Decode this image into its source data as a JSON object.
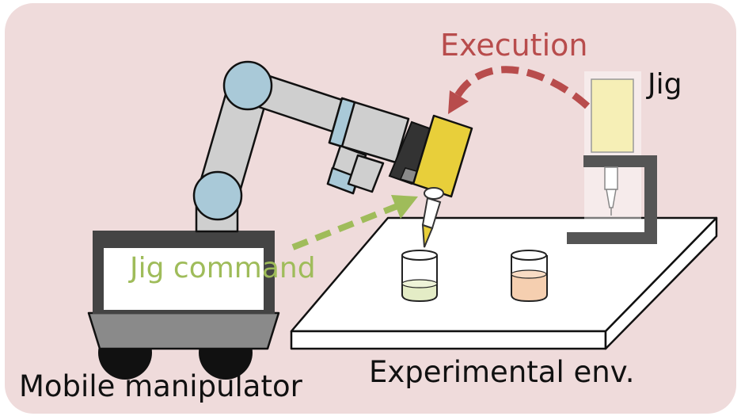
{
  "labels": {
    "execution": "Execution",
    "jig": "Jig",
    "jig_command": "Jig command",
    "mobile_manipulator": "Mobile manipulator",
    "experimental_env": "Experimental env."
  },
  "colors": {
    "background": "#efdbdb",
    "execution_arrow": "#b84c4c",
    "jig_command_arrow": "#9fbc5a",
    "arm_gray": "#cfcfcf",
    "joint_blue": "#a9c9d8",
    "tool_yellow": "#e8cf3a",
    "jig_panel": "#f6efb6",
    "dark_frame": "#555555",
    "beaker_left_liquid": "#e4ecc6",
    "beaker_right_liquid": "#f5cfb0"
  }
}
